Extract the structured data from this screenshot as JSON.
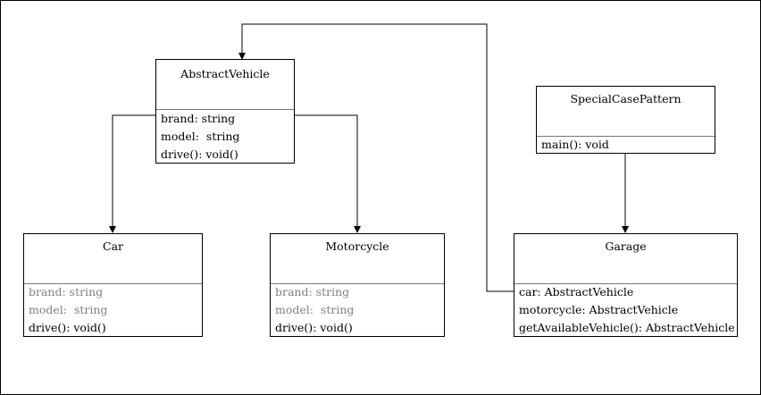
{
  "classes": {
    "abstract_vehicle": {
      "name": "AbstractVehicle",
      "members": [
        "brand: string",
        "model:  string",
        "drive(): void()"
      ]
    },
    "special_case_pattern": {
      "name": "SpecialCasePattern",
      "members": [
        "main(): void"
      ]
    },
    "car": {
      "name": "Car",
      "members": [
        "brand: string",
        "model:  string",
        "drive(): void()"
      ]
    },
    "motorcycle": {
      "name": "Motorcycle",
      "members": [
        "brand: string",
        "model:  string",
        "drive(): void()"
      ]
    },
    "garage": {
      "name": "Garage",
      "members": [
        "car: AbstractVehicle",
        "motorcycle: AbstractVehicle",
        "getAvailableVehicle(): AbstractVehicle"
      ]
    }
  },
  "colors": {
    "inherited_member": "#808080",
    "line": "#000000"
  }
}
